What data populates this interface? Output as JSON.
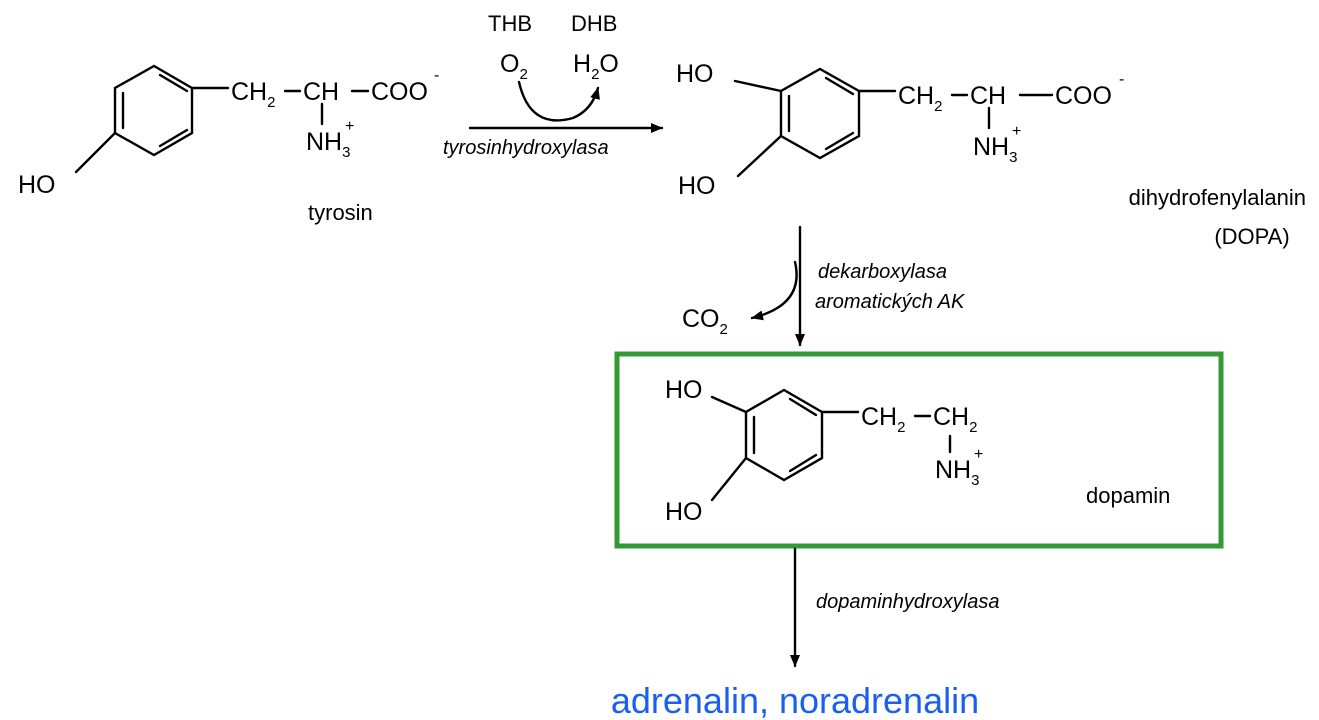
{
  "compounds": {
    "tyrosin": {
      "name": "tyrosin",
      "ho": "HO",
      "ch2": "CH",
      "ch2_sub": "2",
      "ch": "CH",
      "coo": "COO",
      "coo_charge": "-",
      "nh3": "NH",
      "nh3_sub": "3",
      "nh3_charge": "+"
    },
    "dopa": {
      "name_line1": "dihydrofenylalanin",
      "name_line2": "(DOPA)",
      "ho_top": "HO",
      "ho_bottom": "HO",
      "ch2": "CH",
      "ch2_sub": "2",
      "ch": "CH",
      "coo": "COO",
      "coo_charge": "-",
      "nh3": "NH",
      "nh3_sub": "3",
      "nh3_charge": "+"
    },
    "dopamin": {
      "name": "dopamin",
      "ho_top": "HO",
      "ho_bottom": "HO",
      "ch2_a": "CH",
      "ch2_a_sub": "2",
      "ch2_b": "CH",
      "ch2_b_sub": "2",
      "nh3": "NH",
      "nh3_sub": "3",
      "nh3_charge": "+"
    }
  },
  "reactions": {
    "step1": {
      "enzyme": "tyrosinhydroxylasa",
      "cofactor_in": "THB",
      "cofactor_out": "DHB",
      "reactant_o2": "O",
      "reactant_o2_sub": "2",
      "product_h2o_h": "H",
      "product_h2o_sub": "2",
      "product_h2o_o": "O"
    },
    "step2": {
      "enzyme_line1": "dekarboxylasa",
      "enzyme_line2": "aromatických AK",
      "byproduct": "CO",
      "byproduct_sub": "2"
    },
    "step3": {
      "enzyme": "dopaminhydroxylasa"
    }
  },
  "products": {
    "final": "adrenalin, noradrenalin"
  },
  "colors": {
    "highlight_box": "#339933",
    "final_text": "#1a5ff0",
    "ink": "#000000"
  }
}
